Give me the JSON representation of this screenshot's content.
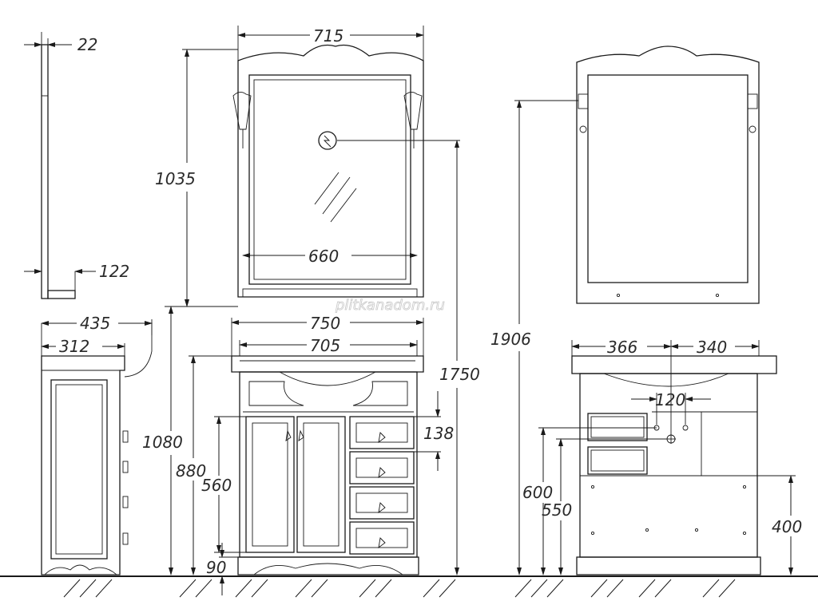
{
  "diagram": {
    "side_view": {
      "dim_top_depth": "22",
      "dim_shelf_depth": "122",
      "dim_sink_depth": "435",
      "dim_cabinet_depth": "312"
    },
    "front_view": {
      "dim_mirror_width": "715",
      "dim_mirror_inner_width": "660",
      "dim_mirror_height": "1035",
      "dim_sink_width": "750",
      "dim_cabinet_width": "705",
      "dim_total_height_mirror": "1750",
      "dim_drawer_height": "138",
      "dim_total_height": "1080",
      "dim_cabinet_height": "880",
      "dim_door_height": "560",
      "dim_plinth_height": "90"
    },
    "back_view": {
      "dim_mount_height": "1906",
      "dim_left_width": "366",
      "dim_right_width": "340",
      "dim_drain_spacing": "120",
      "dim_height_600": "600",
      "dim_height_550": "550",
      "dim_height_400": "400"
    },
    "watermark": "plitkanadom.ru"
  }
}
